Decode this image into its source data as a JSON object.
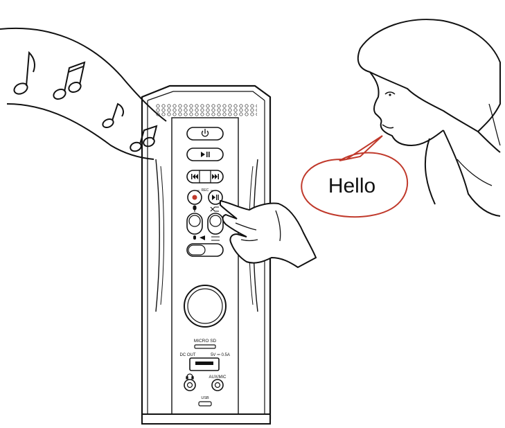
{
  "speech": {
    "text": "Hello",
    "bubble_color": "#c0392b"
  },
  "speaker_panel": {
    "rec_label": "REC",
    "micro_sd_label": "MICRO SD",
    "dc_out_label": "DC OUT",
    "dc_out_spec": "5V ⎓ 0.5A",
    "aux_mic_label": "AUX/MIC",
    "usb_label": "USB"
  },
  "icons": {
    "power": "power-icon",
    "play_pause": "play-pause-icon",
    "previous": "previous-track-icon",
    "next": "next-track-icon",
    "record": "record-icon",
    "mic": "microphone-icon",
    "shuffle": "shuffle-icon",
    "repeat": "repeat-icon",
    "headphones": "headphones-icon",
    "music_notes": "music-note-icon"
  },
  "colors": {
    "record_dot": "#c0392b",
    "line": "#111111"
  }
}
